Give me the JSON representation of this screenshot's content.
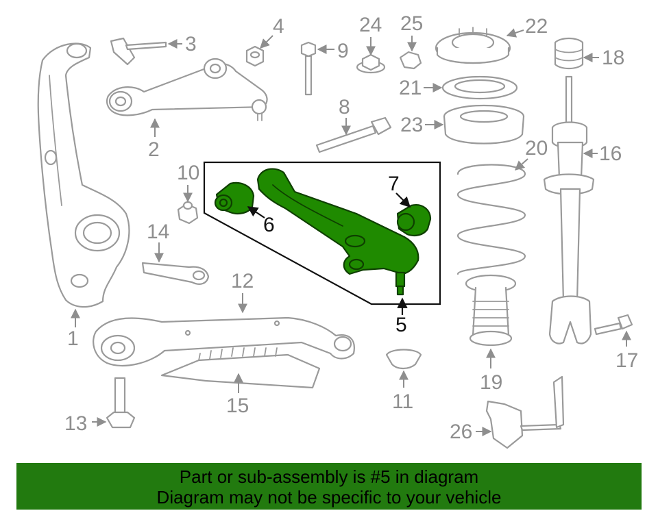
{
  "callouts": {
    "c1": "1",
    "c2": "2",
    "c3": "3",
    "c4": "4",
    "c5": "5",
    "c6": "6",
    "c7": "7",
    "c8": "8",
    "c9": "9",
    "c10": "10",
    "c11": "11",
    "c12": "12",
    "c13": "13",
    "c14": "14",
    "c15": "15",
    "c16": "16",
    "c17": "17",
    "c18": "18",
    "c19": "19",
    "c20": "20",
    "c21": "21",
    "c22": "22",
    "c23": "23",
    "c24": "24",
    "c25": "25",
    "c26": "26"
  },
  "highlighted_part": "5",
  "colors": {
    "highlight": "#1f8a00",
    "banner": "#227a0f",
    "line": "#9a9a9a"
  },
  "notice": {
    "line1": "Part or sub-assembly is #5 in diagram",
    "line2": "Diagram may not be specific to your vehicle"
  }
}
